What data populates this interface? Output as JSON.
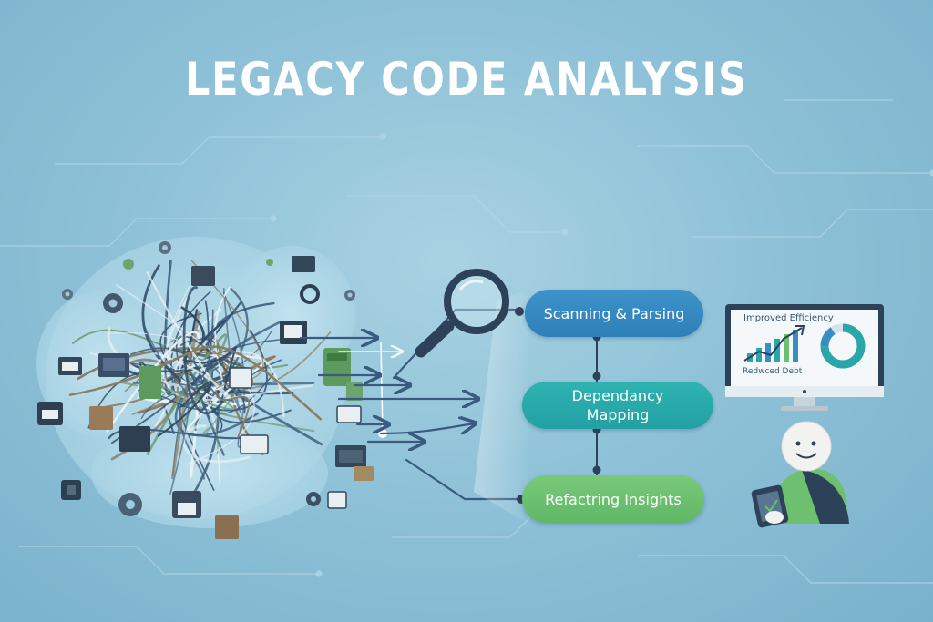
{
  "title": "LEGACY CODE ANALYSIS",
  "process": {
    "steps": [
      {
        "label": "Scanning & Parsing",
        "color": "#3a8cc4"
      },
      {
        "label": "Dependancy Mapping",
        "color": "#27a8a8"
      },
      {
        "label": "Refactring Insights",
        "color": "#6cc070"
      }
    ]
  },
  "monitor": {
    "heading": "Improved Efficiency",
    "footer": "Redwced Debt"
  },
  "icons": [
    "magnifying-glass-icon",
    "gear-icon",
    "floppy-disk-icon",
    "document-icon",
    "monitor-icon",
    "bar-chart-icon",
    "donut-chart-icon",
    "tablet-icon"
  ],
  "colors": {
    "background": "#8fc2d8",
    "title": "#ffffff",
    "tangle_dark": "#2f4a66",
    "tangle_green": "#6f9a7c",
    "arrow": "#3a5a80"
  }
}
